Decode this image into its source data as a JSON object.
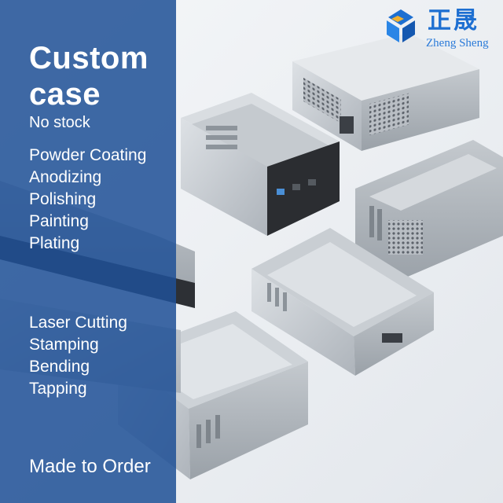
{
  "panel": {
    "title_1": "Custom",
    "title_2": "case",
    "subtitle": "No stock",
    "finishes": [
      "Powder Coating",
      "Anodizing",
      "Polishing",
      "Painting",
      "Plating"
    ],
    "processes": [
      "Laser Cutting",
      "Stamping",
      "Bending",
      "Tapping"
    ],
    "footer": "Made to Order"
  },
  "brand": {
    "name_cn": "正晟",
    "name_en": "Zheng Sheng"
  },
  "colors": {
    "panel": "#2050a0",
    "brand_blue": "#1d6fd1",
    "metal": "#c9ced4",
    "dark_front": "#2b2d31"
  },
  "icons": [
    "zheng-sheng-logo-icon"
  ]
}
